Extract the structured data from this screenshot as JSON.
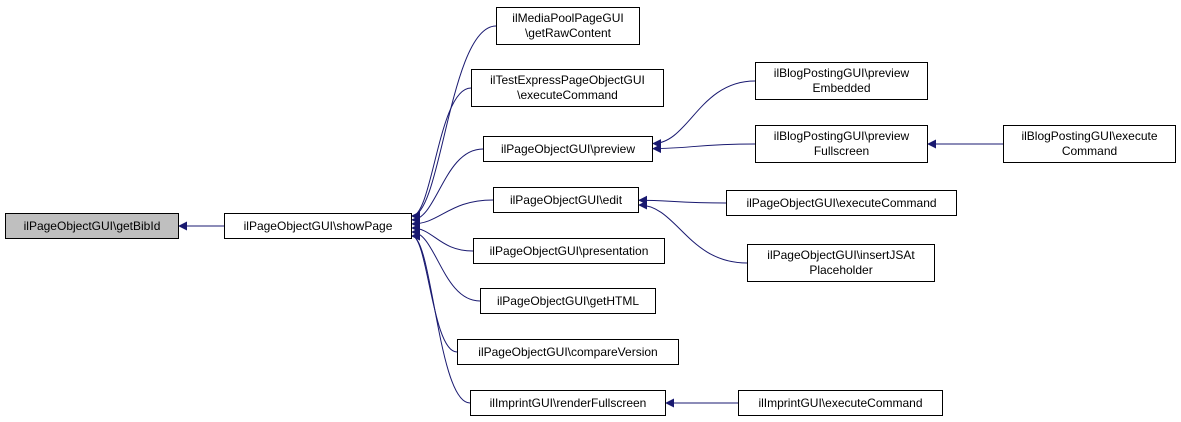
{
  "nodes": {
    "getbibid": {
      "lines": [
        "ilPageObjectGUI\\getBibId"
      ],
      "highlight": true
    },
    "showpage": {
      "lines": [
        "ilPageObjectGUI\\showPage"
      ]
    },
    "mp_getraw": {
      "lines": [
        "ilMediaPoolPageGUI",
        "\\getRawContent"
      ]
    },
    "te_exec": {
      "lines": [
        "ilTestExpressPageObjectGUI",
        "\\executeCommand"
      ]
    },
    "po_preview": {
      "lines": [
        "ilPageObjectGUI\\preview"
      ]
    },
    "po_edit": {
      "lines": [
        "ilPageObjectGUI\\edit"
      ]
    },
    "po_presentation": {
      "lines": [
        "ilPageObjectGUI\\presentation"
      ]
    },
    "po_gethtml": {
      "lines": [
        "ilPageObjectGUI\\getHTML"
      ]
    },
    "po_compare": {
      "lines": [
        "ilPageObjectGUI\\compareVersion"
      ]
    },
    "imp_render": {
      "lines": [
        "ilImprintGUI\\renderFullscreen"
      ]
    },
    "bp_prev_emb": {
      "lines": [
        "ilBlogPostingGUI\\preview",
        "Embedded"
      ]
    },
    "bp_prev_full": {
      "lines": [
        "ilBlogPostingGUI\\preview",
        "Fullscreen"
      ]
    },
    "bp_exec": {
      "lines": [
        "ilBlogPostingGUI\\execute",
        "Command"
      ]
    },
    "po_exec": {
      "lines": [
        "ilPageObjectGUI\\executeCommand"
      ]
    },
    "po_insertjs": {
      "lines": [
        "ilPageObjectGUI\\insertJSAt",
        "Placeholder"
      ]
    },
    "imp_exec": {
      "lines": [
        "ilImprintGUI\\executeCommand"
      ]
    }
  },
  "edges": [
    {
      "from": "showpage",
      "to": "getbibid"
    },
    {
      "from": "mp_getraw",
      "to": "showpage"
    },
    {
      "from": "te_exec",
      "to": "showpage"
    },
    {
      "from": "po_preview",
      "to": "showpage"
    },
    {
      "from": "po_edit",
      "to": "showpage"
    },
    {
      "from": "po_presentation",
      "to": "showpage"
    },
    {
      "from": "po_gethtml",
      "to": "showpage"
    },
    {
      "from": "po_compare",
      "to": "showpage"
    },
    {
      "from": "imp_render",
      "to": "showpage"
    },
    {
      "from": "bp_prev_emb",
      "to": "po_preview"
    },
    {
      "from": "bp_prev_full",
      "to": "po_preview"
    },
    {
      "from": "bp_exec",
      "to": "bp_prev_full"
    },
    {
      "from": "po_exec",
      "to": "po_edit"
    },
    {
      "from": "po_insertjs",
      "to": "po_edit"
    },
    {
      "from": "imp_exec",
      "to": "imp_render"
    }
  ],
  "colors": {
    "edge": "#191970",
    "highlight_fill": "#bfbfbf",
    "node_border": "#000000"
  }
}
